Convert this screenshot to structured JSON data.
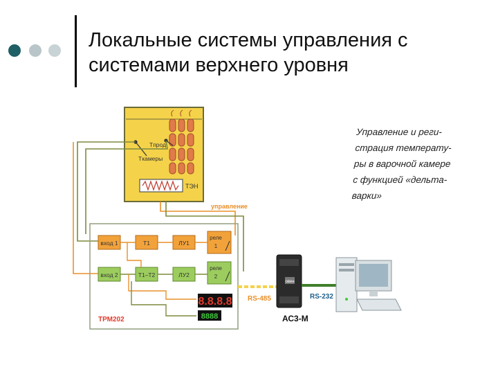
{
  "slide": {
    "title_line1": "Локальные системы управления с",
    "title_line2": "системами верхнего уровня"
  },
  "caption": {
    "lines": [
      "Управление и реги-",
      "страция температу-",
      "ры в варочной камере",
      "с функцией «дельта-",
      "варки»"
    ]
  },
  "diagram": {
    "sensor_chamber": "Tкамеры",
    "sensor_product": "Tпрод",
    "heater": "ТЭН",
    "control_label": "управление",
    "input1": "вход 1",
    "input2": "вход 2",
    "t1": "T1",
    "t1t2": "T1–T2",
    "lu1": "ЛУ1",
    "lu2": "ЛУ2",
    "relay1": [
      "реле",
      "1"
    ],
    "relay2": [
      "реле",
      "2"
    ],
    "device_name": "ТРМ202",
    "display_red": "8.8.8.8",
    "display_green": "8888",
    "rs485": "RS-485",
    "rs232": "RS-232",
    "converter": "АС3-М",
    "converter_badge": "овен"
  },
  "colors": {
    "dot_dark": "#1f5f66",
    "dot_light": "#b8c6c9",
    "chamber": "#f4d24a",
    "block_orange": "#f2a23a",
    "block_green": "#9ccc5e",
    "frame_green": "#7faa55",
    "wire_orange": "#e8902a",
    "wire_olive": "#7d8a3c",
    "label_orange": "#e8902a",
    "label_green": "#3f7f2a"
  }
}
